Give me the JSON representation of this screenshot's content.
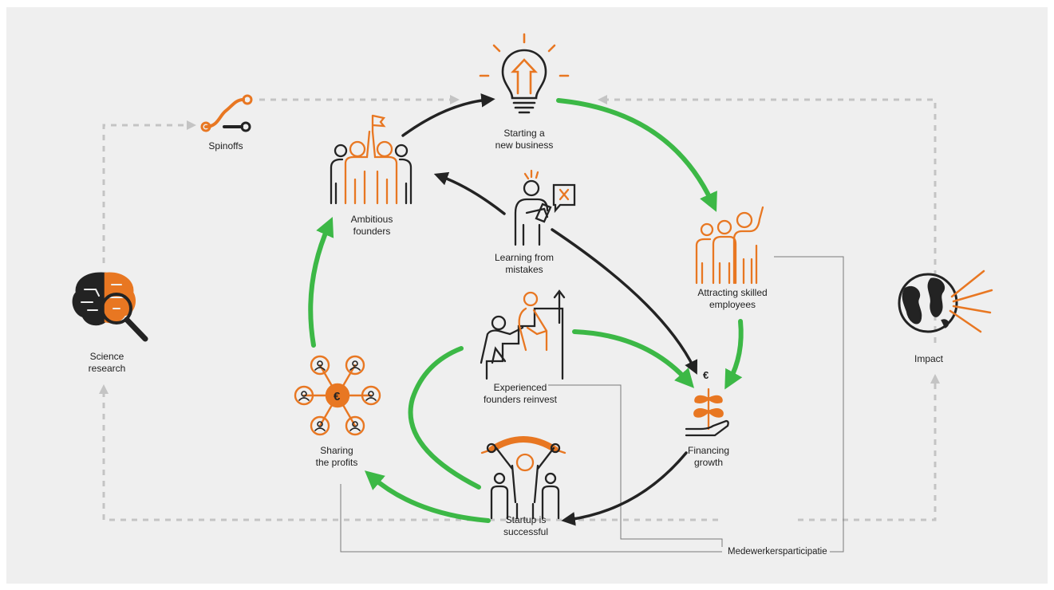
{
  "nodes": {
    "spinoffs": "Spinoffs",
    "starting": "Starting a\nnew business",
    "ambitious": "Ambitious\nfounders",
    "learning": "Learning from\nmistakes",
    "attracting": "Attracting skilled\nemployees",
    "science": "Science\nresearch",
    "impact": "Impact",
    "experienced": "Experienced\nfounders reinvest",
    "financing": "Financing\ngrowth",
    "sharing": "Sharing\nthe profits",
    "startup": "Startup is\nsuccessful"
  },
  "annotation": "Medewerkersparticipatie",
  "currency_symbol": "€",
  "colors": {
    "background": "#efefef",
    "orange": "#e87722",
    "green": "#3cb846",
    "dark": "#232323",
    "dashed": "#c4c4c4",
    "thin": "#7a7a7a"
  },
  "icons": [
    "lightbulb-icon",
    "spinoff-path-icon",
    "founders-high-five-icon",
    "learning-person-icon",
    "employees-group-icon",
    "brain-magnifier-icon",
    "globe-impact-icon",
    "stairs-helping-icon",
    "plant-euro-icon",
    "profit-network-icon",
    "startup-celebration-icon"
  ]
}
